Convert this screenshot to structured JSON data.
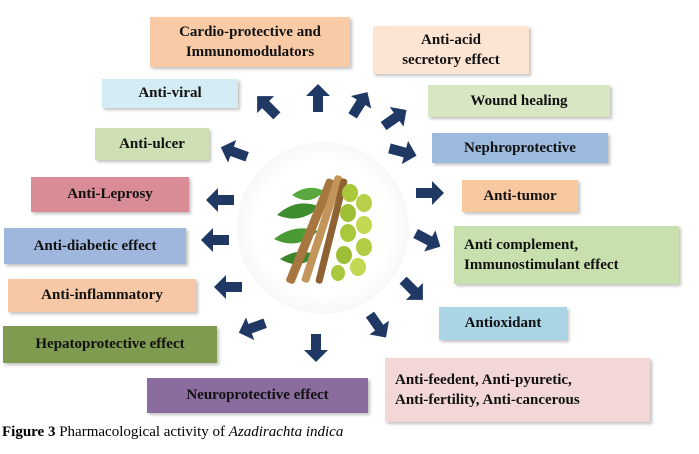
{
  "boxes": {
    "cardio": {
      "line1": "Cardio-protective  and",
      "line2": "Immunomodulators",
      "color": "#f8cba6"
    },
    "antiacid": {
      "line1": "Anti-acid",
      "line2": "secretory effect",
      "color": "#fde5d4"
    },
    "antiviral": {
      "text": "Anti-viral",
      "color": "#d4ecf3"
    },
    "wound": {
      "text": "Wound  healing",
      "color": "#d9e6c3"
    },
    "antiulcer": {
      "text": "Anti-ulcer",
      "color": "#cfdfb4"
    },
    "nephro": {
      "text": "Nephroprotective",
      "color": "#9cb9de"
    },
    "leprosy": {
      "text": "Anti-Leprosy",
      "color": "#d98c95"
    },
    "antitumor": {
      "text": "Anti-tumor",
      "color": "#f8c8a0"
    },
    "diabetic": {
      "text": "Anti-diabetic  effect",
      "color": "#9fb7dc"
    },
    "complement": {
      "line1": "Anti  complement,",
      "line2": "Immunostimulant  effect",
      "color": "#c8dfae"
    },
    "inflammatory": {
      "text": "Anti-inflammatory",
      "color": "#f6c8a6"
    },
    "antioxidant": {
      "text": "Antioxidant",
      "color": "#a9d5e4"
    },
    "hepato": {
      "text": "Hepatoprotective effect",
      "color": "#7e9b4f"
    },
    "neuro": {
      "text": "Neuroprotective  effect",
      "color": "#8a6c9e"
    },
    "feedent": {
      "line1": "Anti-feedent,  Anti-pyuretic,",
      "line2": "Anti-fertility, Anti-cancerous",
      "color": "#f3d7d7"
    }
  },
  "arrow_color": "#1f3864",
  "caption": {
    "label": "Figure 3",
    "text": " Pharmacological activity of ",
    "species": "Azadirachta indica"
  }
}
